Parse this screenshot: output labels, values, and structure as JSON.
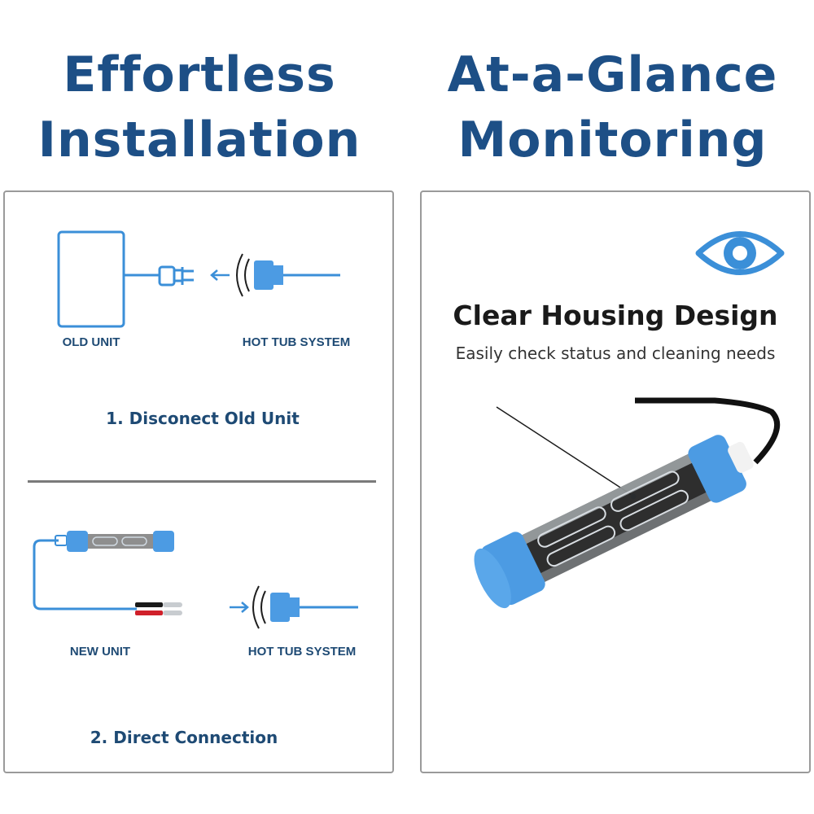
{
  "left": {
    "heading": {
      "line1": "Effortless",
      "line2": "Installation"
    },
    "step1": {
      "old_unit_label": "OLD UNIT",
      "hot_tub_label": "HOT TUB SYSTEM",
      "caption": "1. Disconect Old Unit"
    },
    "step2": {
      "new_unit_label": "NEW UNIT",
      "hot_tub_label": "HOT TUB SYSTEM",
      "caption": "2. Direct Connection"
    }
  },
  "right": {
    "heading": {
      "line1": "At-a-Glance",
      "line2": "Monitoring"
    },
    "feature_title": "Clear Housing Design",
    "feature_subtitle": "Easily check status and cleaning needs",
    "eye_icon": "eye-icon"
  },
  "colors": {
    "heading": "#1d4f86",
    "accent_blue": "#3b8fd8",
    "cap_blue": "#4c9be3",
    "label_text": "#1e4a74"
  }
}
